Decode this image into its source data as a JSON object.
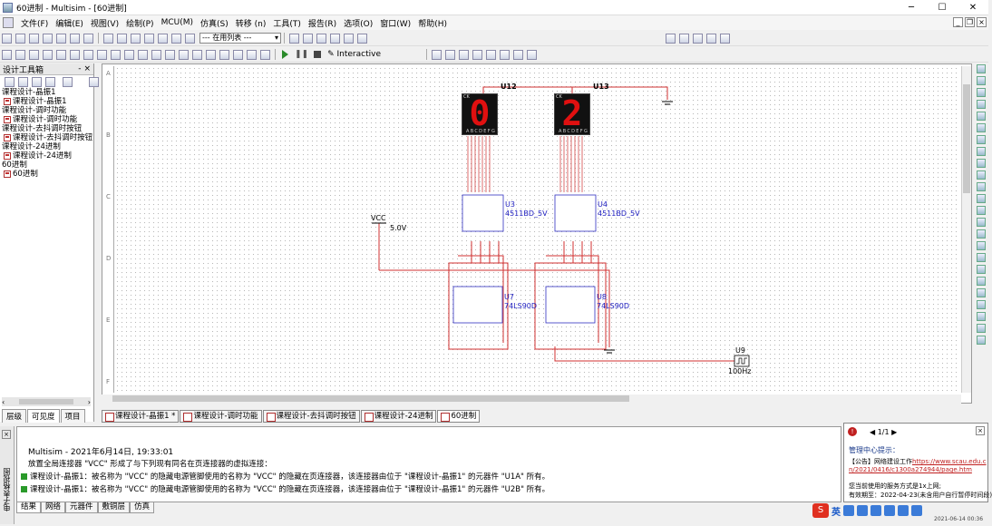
{
  "window": {
    "title": "60进制 - Multisim - [60进制]",
    "controls": {
      "minimize": "─",
      "maximize": "☐",
      "close": "✕"
    }
  },
  "menu": [
    "文件(F)",
    "编辑(E)",
    "视图(V)",
    "绘制(P)",
    "MCU(M)",
    "仿真(S)",
    "转移 (n)",
    "工具(T)",
    "报告(R)",
    "选项(O)",
    "窗口(W)",
    "帮助(H)"
  ],
  "toolbar": {
    "in_use_list": "--- 在用列表 ---",
    "interactive": "Interactive"
  },
  "design_toolbox": {
    "title": "设计工具箱",
    "pin": "-",
    "close": "×",
    "tree": [
      {
        "label": "课程设计-晶振1",
        "icon": false,
        "indent": 0
      },
      {
        "label": "课程设计-晶振1",
        "icon": true,
        "indent": 1
      },
      {
        "label": "课程设计-调时功能",
        "icon": false,
        "indent": 0
      },
      {
        "label": "课程设计-调时功能",
        "icon": true,
        "indent": 1
      },
      {
        "label": "课程设计-去抖调时按钮",
        "icon": false,
        "indent": 0
      },
      {
        "label": "课程设计-去抖调时按钮",
        "icon": true,
        "indent": 1
      },
      {
        "label": "课程设计-24进制",
        "icon": false,
        "indent": 0
      },
      {
        "label": "课程设计-24进制",
        "icon": true,
        "indent": 1
      },
      {
        "label": "60进制",
        "icon": false,
        "indent": 0
      },
      {
        "label": "60进制",
        "icon": true,
        "indent": 1
      }
    ],
    "tabs": [
      "层级",
      "可见度",
      "项目"
    ]
  },
  "rulers": [
    "A",
    "B",
    "C",
    "D",
    "E",
    "F"
  ],
  "schematic": {
    "u12": {
      "label": "U12",
      "digit": "0"
    },
    "u13": {
      "label": "U13",
      "digit": "2"
    },
    "seg_pins": "ABCDEFG",
    "ck_label": "CK",
    "u3": {
      "ref": "U3",
      "part": "4511BD_5V"
    },
    "u4": {
      "ref": "U4",
      "part": "4511BD_5V"
    },
    "u7": {
      "ref": "U7",
      "part": "74LS90D"
    },
    "u8": {
      "ref": "U8",
      "part": "74LS90D"
    },
    "vcc": {
      "label": "VCC",
      "value": "5.0V"
    },
    "u9": {
      "ref": "U9",
      "value": "100Hz"
    }
  },
  "sheet_tabs": [
    "课程设计-晶振1 *",
    "课程设计-调时功能",
    "课程设计-去抖调时按钮",
    "课程设计-24进制",
    "60进制"
  ],
  "log": {
    "header": "Multisim  -  2021年6月14日, 19:33:01",
    "lines": [
      "放置全局连接器 \"VCC\" 形成了与下列现有同名在页连接器的虚拟连接：",
      "课程设计-晶振1：被名称为 \"VCC\" 的隐藏电源管脚使用的名称为 \"VCC\" 的隐藏在页连接器，该连接器由位于 \"课程设计-晶振1\" 的元器件 \"U1A\" 所有。",
      "课程设计-晶振1：被名称为 \"VCC\" 的隐藏电源管脚使用的名称为 \"VCC\" 的隐藏在页连接器，该连接器由位于 \"课程设计-晶振1\" 的元器件 \"U2B\" 所有。"
    ]
  },
  "spreadsheet_tabs": [
    "结果",
    "网络",
    "元器件",
    "敷铜层",
    "仿真"
  ],
  "side_label": "电子表格视图",
  "notice": {
    "pager": "1/1",
    "title": "管理中心提示：",
    "line1_prefix": "【公告】网络建设工作",
    "link": "https://www.scau.edu.cn/2021/0416/c1300a274944/page.htm",
    "line2": "您当前使用的服务方式是1x上网;",
    "line3": "有效期至：2022-04-23(未含用户自行暂停时间段)"
  },
  "ime": {
    "lang": "英"
  },
  "timestamp": "2021-06-14 00:36"
}
